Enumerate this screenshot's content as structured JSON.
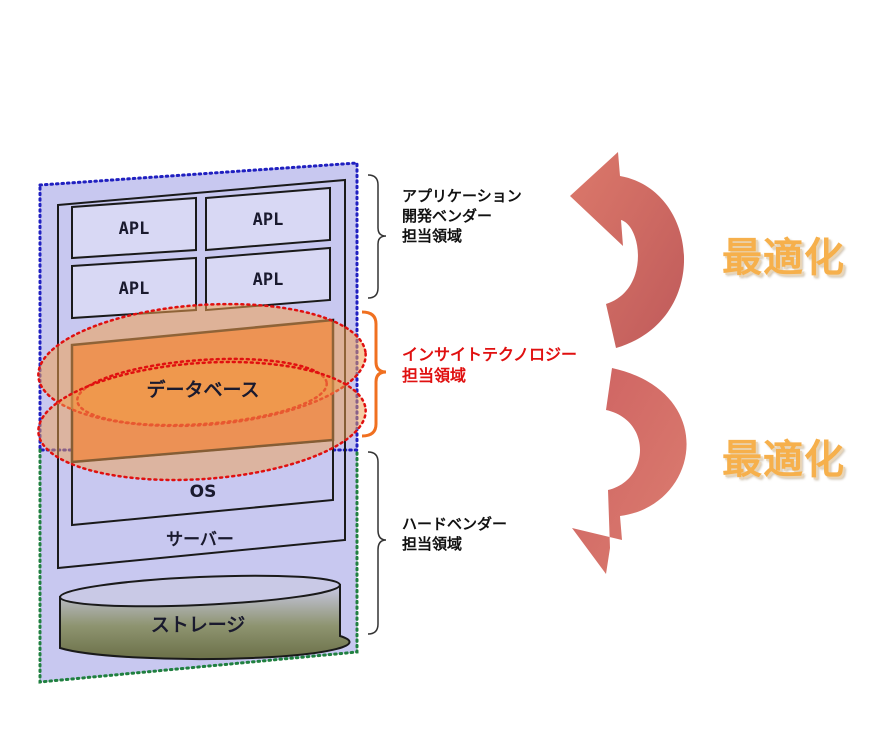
{
  "stack": {
    "apl_boxes": [
      {
        "label": "APL"
      },
      {
        "label": "APL"
      },
      {
        "label": "APL"
      },
      {
        "label": "APL"
      }
    ],
    "database_label": "データベース",
    "os_label": "OS",
    "server_label": "サーバー",
    "storage_label": "ストレージ"
  },
  "responsibility_labels": {
    "application_vendor": [
      "アプリケーション",
      "開発ベンダー",
      "担当領域"
    ],
    "insight_technology": [
      "インサイトテクノロジー",
      "担当領域"
    ],
    "hardware_vendor": [
      "ハードベンダー",
      "担当領域"
    ]
  },
  "optimization": {
    "top_label": "最適化",
    "bottom_label": "最適化"
  },
  "colors": {
    "app_region_fill": "#c8c8f0",
    "app_region_border": "#2020c0",
    "hw_region_border": "#208040",
    "database_fill": "#e8835a",
    "ellipse_fill": "#f0a050",
    "ellipse_border": "#e01010",
    "arrow_color": "#c85050",
    "optimize_text": "#f6b04c",
    "accent_text": "#e01010"
  }
}
